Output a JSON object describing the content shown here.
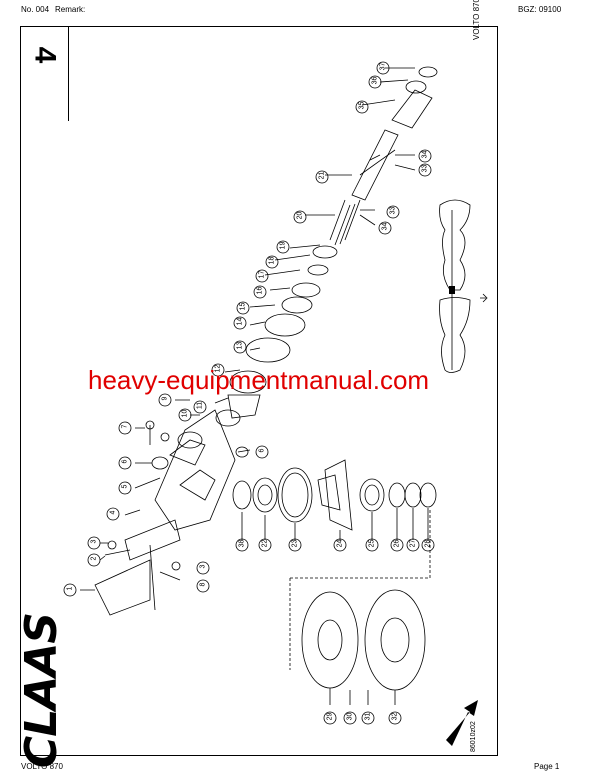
{
  "header": {
    "doc_no": "No. 004",
    "remark": "Remark:",
    "bgz": "BGZ: 09100"
  },
  "tab_number": "4",
  "side_title": "VOLTO 870",
  "drawing_code": "86010z02",
  "brand": "CLAAS",
  "watermark": "heavy-equipmentmanual.com",
  "footer": {
    "model": "VOLTO 870",
    "page": "Page 1"
  },
  "callouts": [
    "1",
    "2",
    "3",
    "4",
    "5",
    "6",
    "7",
    "8",
    "9",
    "10",
    "11",
    "12",
    "13",
    "14",
    "15",
    "16",
    "17",
    "18",
    "19",
    "20",
    "21",
    "22",
    "23",
    "24",
    "25",
    "26",
    "27",
    "28",
    "29",
    "30",
    "31",
    "32",
    "33",
    "34",
    "35",
    "36",
    "37",
    "38",
    "3",
    "6",
    "33",
    "34"
  ]
}
